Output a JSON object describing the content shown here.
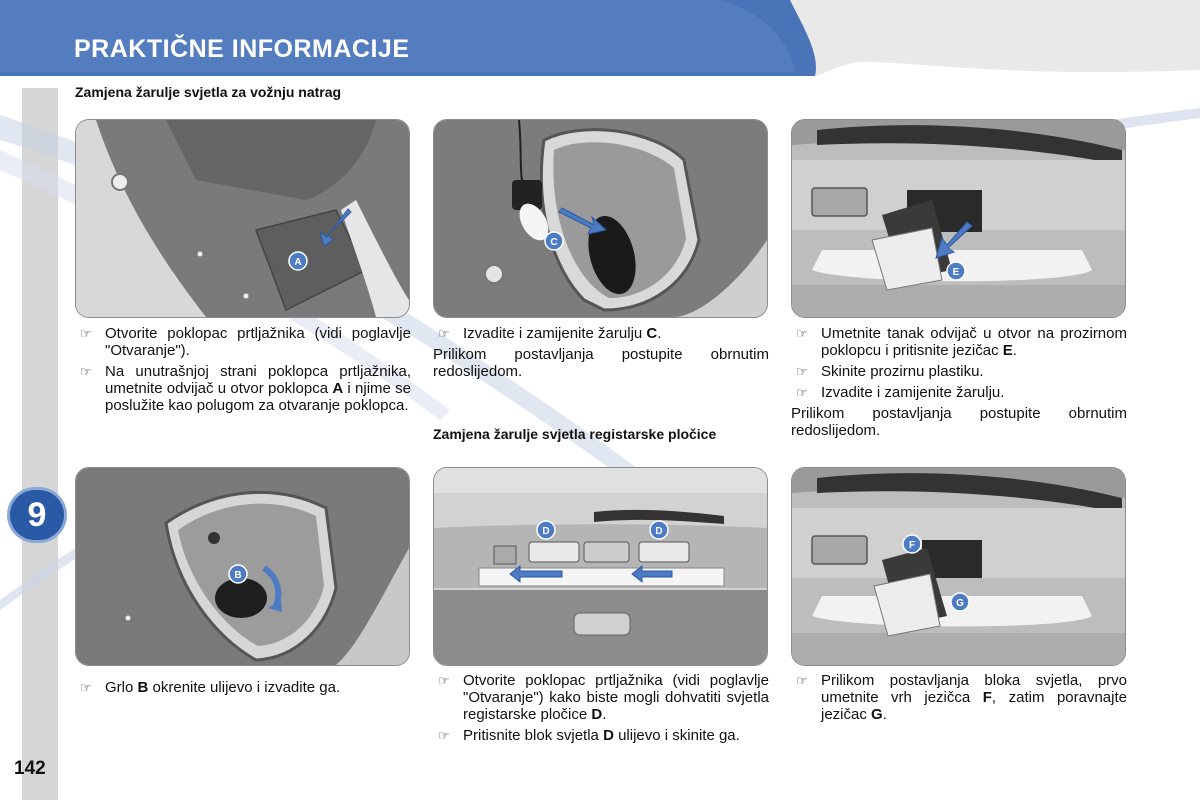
{
  "header": {
    "title": "PRAKTIČNE INFORMACIJE"
  },
  "chapter": {
    "number": "9"
  },
  "page": {
    "number": "142"
  },
  "icons": {
    "bullet": "pointing-hand-icon",
    "callout": "letter-circle-icon",
    "arrow": "direction-arrow-icon"
  },
  "colors": {
    "brand_blue": "#4a74b8",
    "callout_blue": "#4d7cc4"
  },
  "sections": {
    "reverse_light": {
      "title": "Zamjena žarulje svjetla za vožnju natrag",
      "col1_top": [
        {
          "text": "Otvorite poklopac prtljažnika (vidi poglavlje \"Otvaranje\")."
        },
        {
          "text_before": "Na unutrašnjoj strani poklopca prtljažnika, umetnite odvijač u otvor poklopca ",
          "bold": "A",
          "text_after": " i njime se poslužite kao polugom za otvaranje poklopca."
        }
      ],
      "col1_bottom": [
        {
          "text_before": "Grlo ",
          "bold": "B",
          "text_after": " okrenite ulijevo i izvadite ga."
        }
      ],
      "col2_top": [
        {
          "text_before": "Izvadite i zamijenite žarulju ",
          "bold": "C",
          "text_after": "."
        }
      ],
      "col2_note": "Prilikom postavljanja postupite obrnutim redoslijedom."
    },
    "plate_light": {
      "title": "Zamjena žarulje svjetla registarske pločice",
      "col2_bottom": [
        {
          "text_before": "Otvorite poklopac prtljažnika (vidi poglavlje \"Otvaranje\") kako biste mogli dohvatiti svjetla registarske pločice ",
          "bold": "D",
          "text_after": "."
        },
        {
          "text_before": "Pritisnite blok svjetla ",
          "bold": "D",
          "text_after": " ulijevo i skinite ga."
        }
      ],
      "col3_top": [
        {
          "text_before": "Umetnite tanak odvijač u otvor na prozirnom poklopcu i pritisnite jezičac ",
          "bold": "E",
          "text_after": "."
        },
        {
          "text": "Skinite prozirnu plastiku."
        },
        {
          "text": "Izvadite i zamijenite žarulju."
        }
      ],
      "col3_note": "Prilikom postavljanja postupite obrnutim redoslijedom.",
      "col3_bottom": [
        {
          "text_before": "Prilikom postavljanja bloka svjetla, prvo umetnite vrh jezičca ",
          "bold": "F",
          "text_after": ", zatim poravnajte jezičac ",
          "bold2": "G",
          "text_after2": "."
        }
      ]
    }
  },
  "callouts": {
    "a": "A",
    "b": "B",
    "c": "C",
    "d": "D",
    "e": "E",
    "f": "F",
    "g": "G"
  }
}
